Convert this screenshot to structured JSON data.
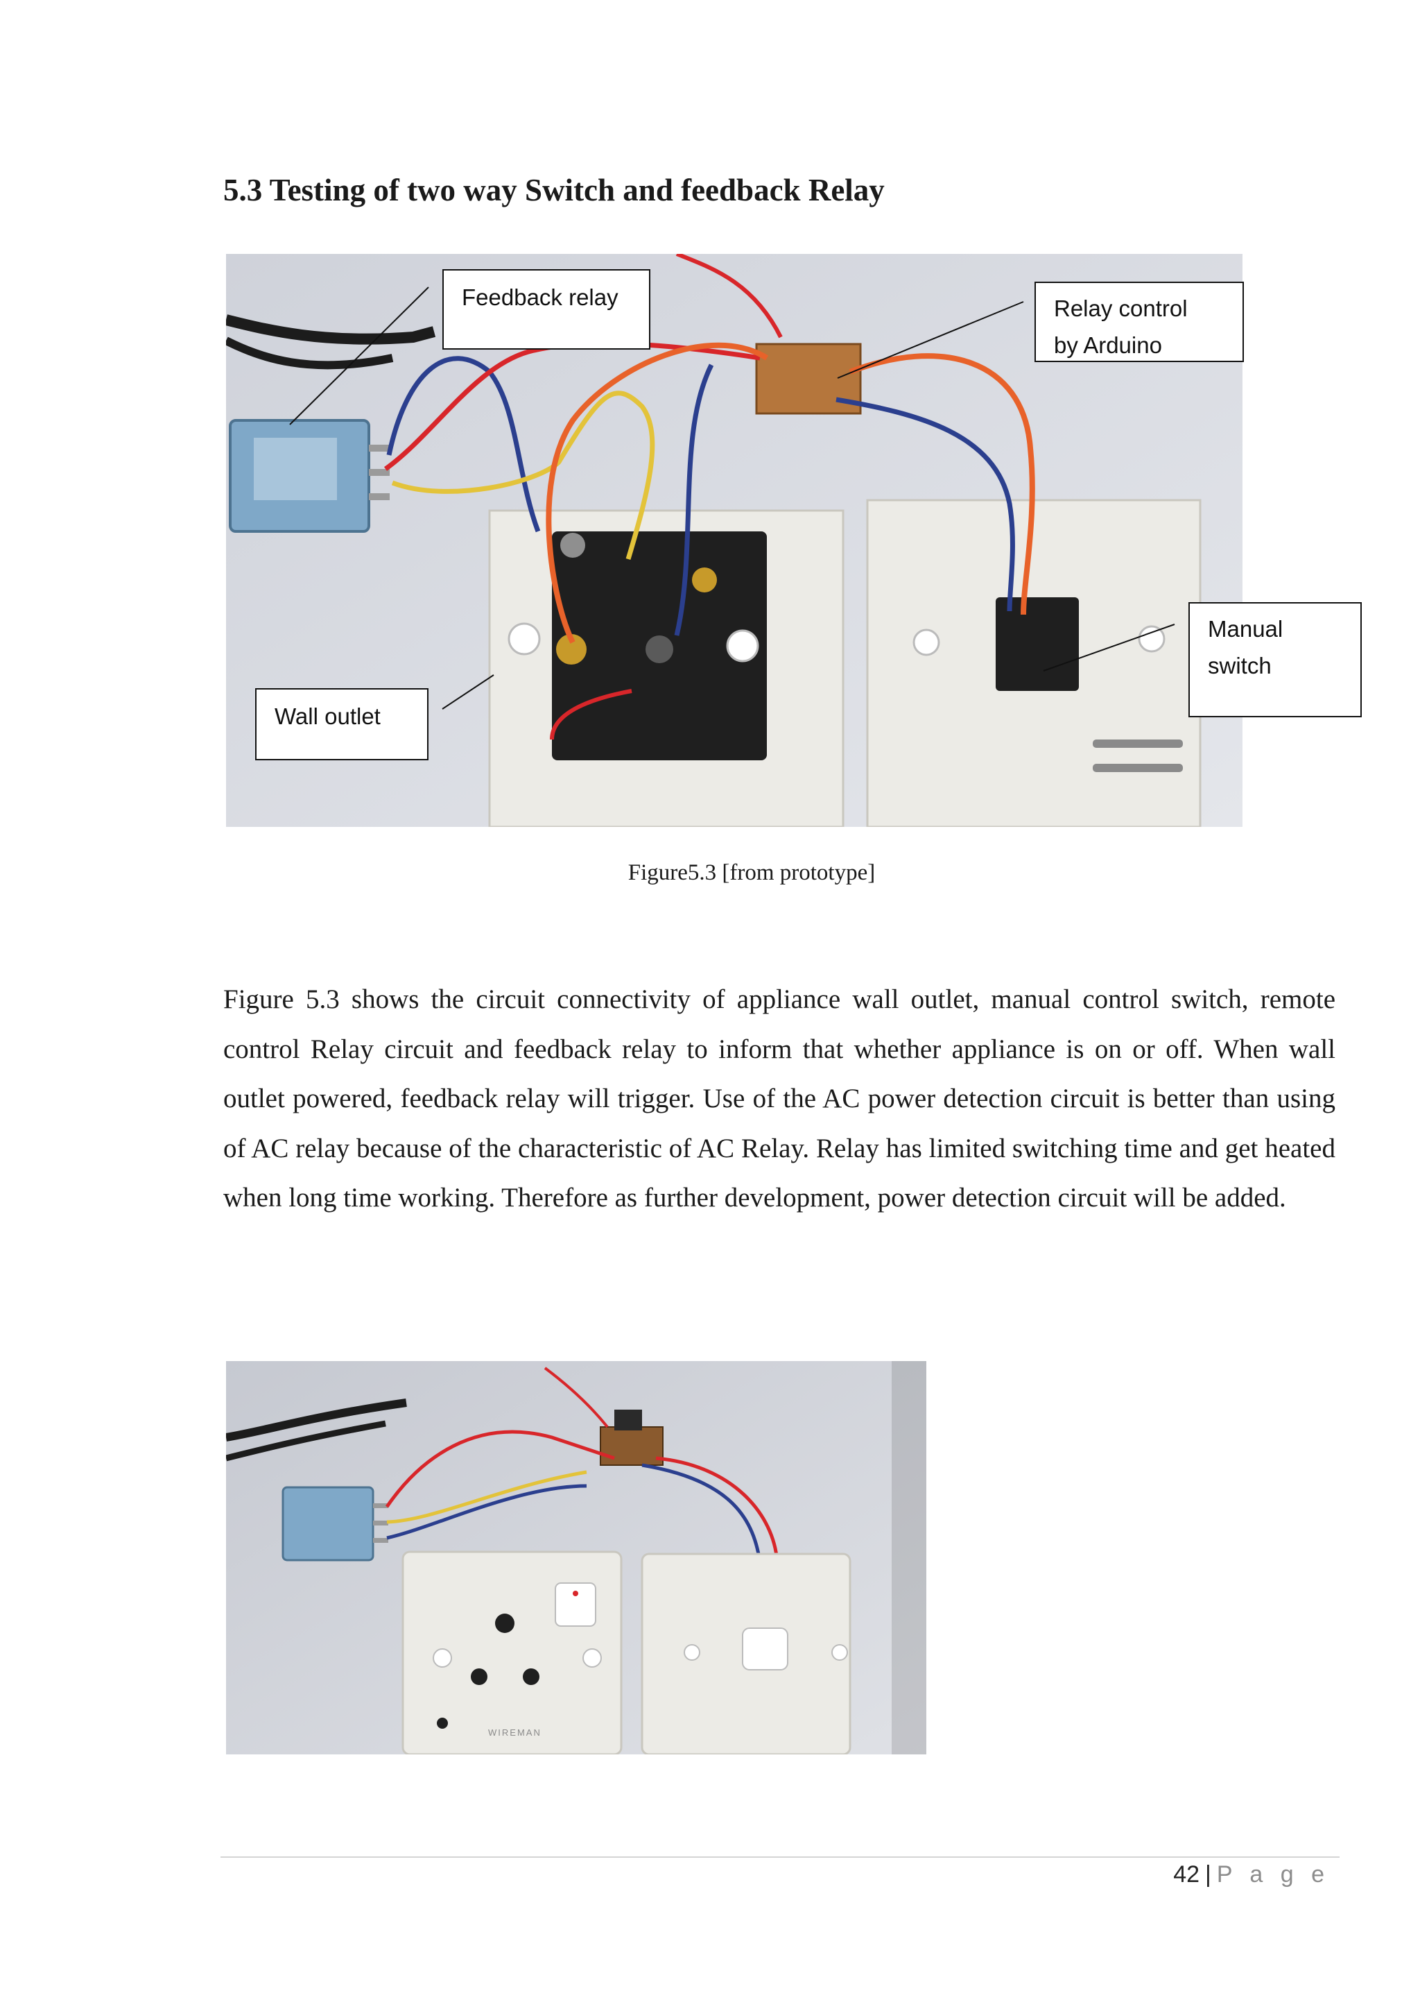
{
  "section": {
    "heading": "5.3 Testing of two way Switch and feedback Relay"
  },
  "figure1": {
    "callouts": {
      "feedback_relay": "Feedback relay",
      "relay_control": [
        "Relay control",
        "by Arduino"
      ],
      "manual_switch": [
        "Manual",
        "switch"
      ],
      "wall_outlet": "Wall outlet"
    },
    "caption": "Figure5.3 [from prototype]"
  },
  "body": {
    "paragraph": "Figure 5.3 shows the circuit connectivity of appliance wall outlet, manual control switch, remote control Relay circuit and feedback relay to inform that whether appliance is on or off. When wall outlet powered, feedback relay will trigger.  Use of the AC power detection circuit is better than using of AC relay because of the characteristic of AC Relay. Relay has limited switching time and get heated when long time working. Therefore as further development, power detection circuit will be added."
  },
  "figure2": {
    "brand_text": "WIREMAN"
  },
  "footer": {
    "page_number": "42",
    "separator": "|",
    "page_label": "P a g e"
  },
  "colors": {
    "wire_red": "#d8262a",
    "wire_blue": "#2b3f8e",
    "wire_yellow": "#e3c33a",
    "wire_orange": "#e8622a",
    "relay_blue": "#7fa8c8",
    "fitting_white": "#ecebe6"
  }
}
